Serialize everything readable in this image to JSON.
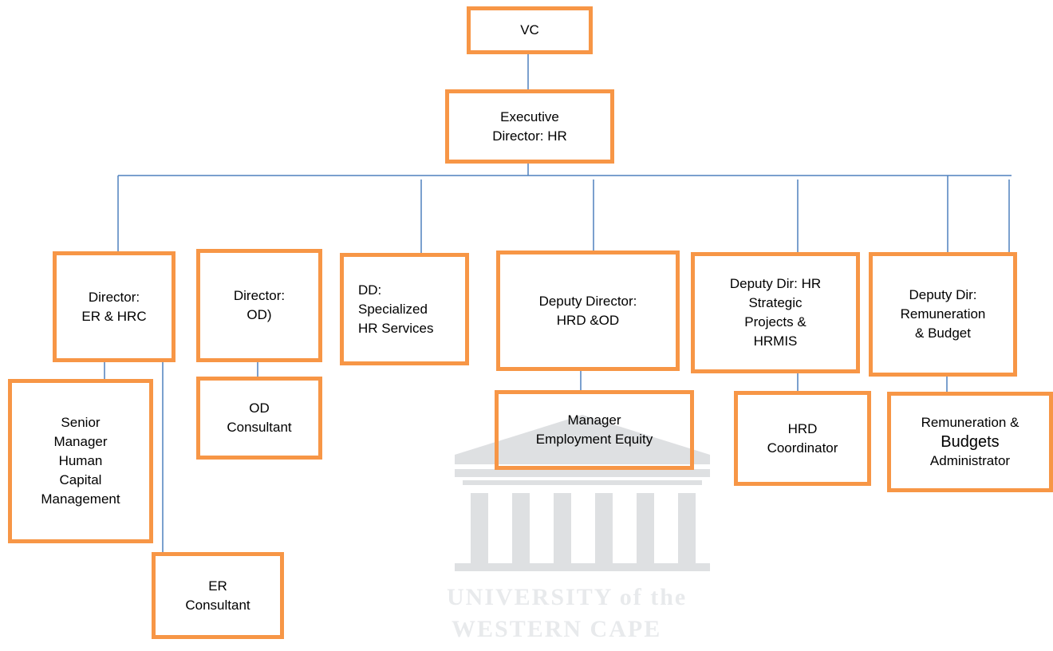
{
  "boxes": {
    "vc": "VC",
    "exec": "Executive\nDirector: HR",
    "dir_er": "Director:\nER & HRC",
    "dir_od": "Director:\nOD)",
    "dd_special": "DD:\nSpecialized\nHR Services",
    "dep_hrd": "Deputy Director:\nHRD &OD",
    "dep_hrsp": "Deputy Dir: HR\nStrategic\nProjects &\nHRMIS",
    "dep_rem": "Deputy Dir:\nRemuneration\n& Budget",
    "snr_mgr": "Senior\nManager\nHuman\nCapital\nManagement",
    "er_consult": "ER\nConsultant",
    "od_consult": "OD\nConsultant",
    "mgr_ee": "Manager\nEmployment Equity",
    "hrd_coord": "HRD\nCoordinator",
    "rem_admin_line1": "Remuneration &",
    "rem_admin_line2": "Budgets",
    "rem_admin_line3": "Administrator"
  },
  "watermark": {
    "line1": "UNIVERSITY of the",
    "line2": "WESTERN CAPE"
  },
  "colors": {
    "box_border": "#F79646",
    "connector": "#4F81BD"
  }
}
